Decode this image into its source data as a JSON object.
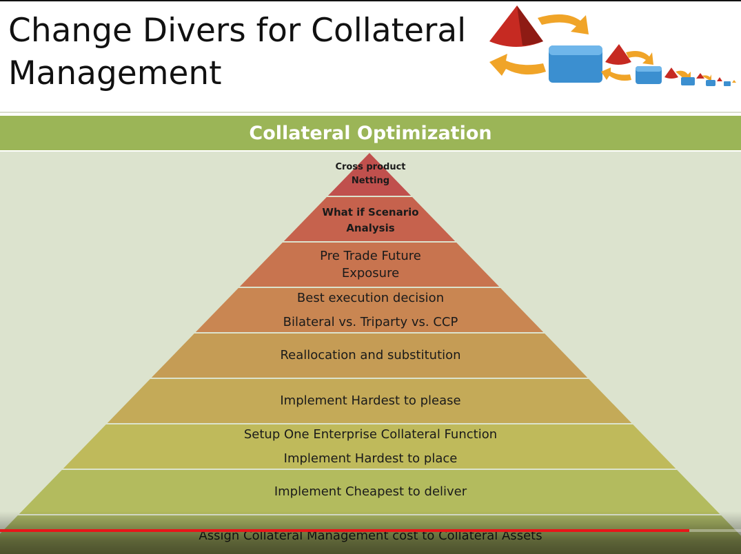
{
  "slide": {
    "title_line1": "Change Divers for Collateral",
    "title_line2": "Management",
    "banner": "Collateral Optimization"
  },
  "pyramid": {
    "levels": [
      {
        "lines": [
          "Cross product",
          "Netting"
        ],
        "color": "#c0504d"
      },
      {
        "lines": [
          "What if Scenario",
          "Analysis"
        ],
        "color": "#c6624d"
      },
      {
        "lines": [
          "Pre Trade Future",
          "Exposure"
        ],
        "color": "#c8744f"
      },
      {
        "lines": [
          "Best execution decision",
          "Bilateral vs. Triparty vs. CCP"
        ],
        "color": "#c98652"
      },
      {
        "lines": [
          "Reallocation and substitution"
        ],
        "color": "#c59c55"
      },
      {
        "lines": [
          "Implement Hardest to please"
        ],
        "color": "#c4aa58"
      },
      {
        "lines": [
          "Setup One Enterprise Collateral Function",
          "Implement Hardest to place"
        ],
        "color": "#bfba5b"
      },
      {
        "lines": [
          "Implement Cheapest to deliver"
        ],
        "color": "#b3bb5e"
      },
      {
        "lines": [
          "Assign Collateral Management cost to Collateral Assets"
        ],
        "color": "#a8b464"
      }
    ]
  },
  "player": {
    "progress_fraction": 0.93
  }
}
